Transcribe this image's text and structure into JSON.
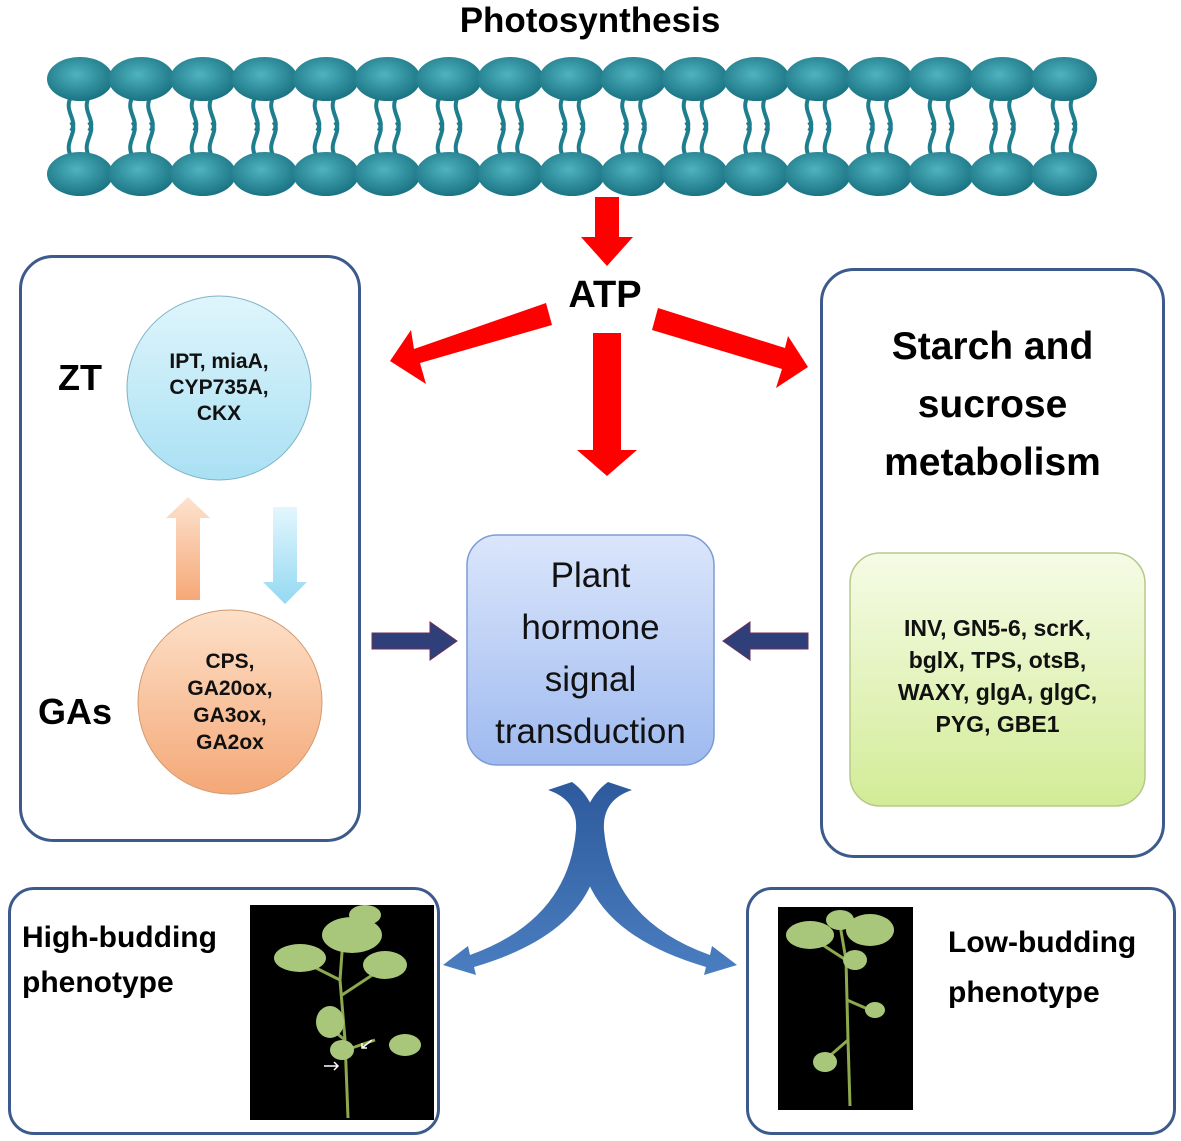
{
  "diagram": {
    "top_title": "Photosynthesis",
    "atp_label": "ATP",
    "left_panel": {
      "zt_label": "ZT",
      "gas_label": "GAs",
      "zt_genes": [
        "IPT, miaA,",
        "CYP735A,",
        "CKX"
      ],
      "gas_genes": [
        "CPS,",
        "GA20ox,",
        "GA3ox,",
        "GA2ox"
      ]
    },
    "center_box": {
      "lines": [
        "Plant",
        "hormone",
        "signal",
        "transduction"
      ]
    },
    "right_panel": {
      "title_lines": [
        "Starch and",
        "sucrose",
        "metabolism"
      ],
      "genes": [
        "INV, GN5-6, scrK,",
        "bglX, TPS, otsB,",
        "WAXY, glgA, glgC,",
        "PYG, GBE1"
      ]
    },
    "bottom_left": {
      "lines": [
        "High-budding",
        "phenotype"
      ]
    },
    "bottom_right": {
      "lines": [
        "Low-budding",
        "phenotype"
      ]
    },
    "colors": {
      "red_arrow": "#ff0000",
      "panel_border": "#3d5a8c",
      "membrane": "#1e7e8e",
      "zt_circle": "#bfe9f7",
      "gas_circle": "#f7b98c",
      "center_box": "#b9cdf3",
      "gene_box": "#e6f5c0"
    }
  }
}
